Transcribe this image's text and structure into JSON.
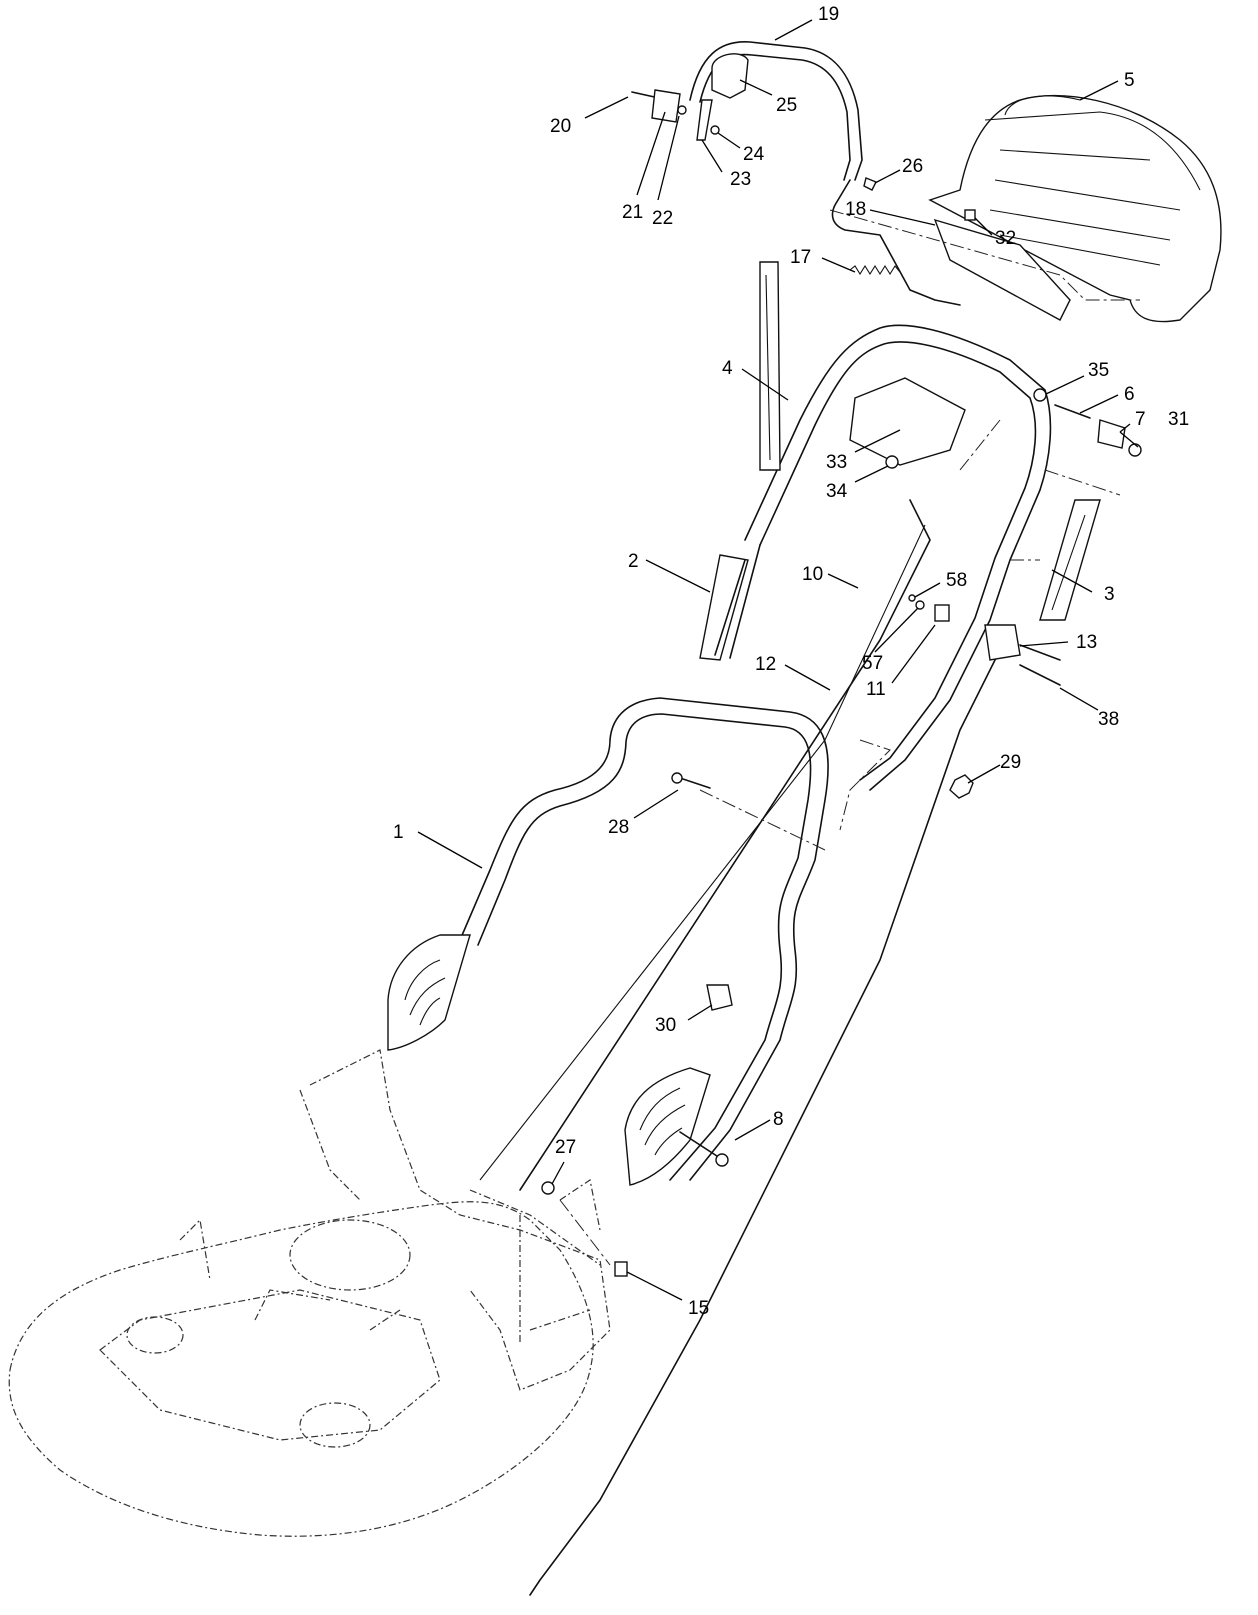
{
  "callouts": {
    "c1": "1",
    "c2": "2",
    "c3": "3",
    "c4": "4",
    "c5": "5",
    "c6": "6",
    "c7": "7",
    "c8": "8",
    "c10": "10",
    "c11": "11",
    "c12": "12",
    "c13": "13",
    "c15": "15",
    "c17": "17",
    "c18": "18",
    "c19": "19",
    "c20": "20",
    "c21": "21",
    "c22": "22",
    "c23": "23",
    "c24": "24",
    "c25": "25",
    "c26": "26",
    "c27": "27",
    "c28": "28",
    "c29": "29",
    "c30": "30",
    "c31": "31",
    "c32": "32",
    "c33": "33",
    "c34": "34",
    "c35": "35",
    "c38": "38",
    "c57": "57",
    "c58": "58"
  }
}
